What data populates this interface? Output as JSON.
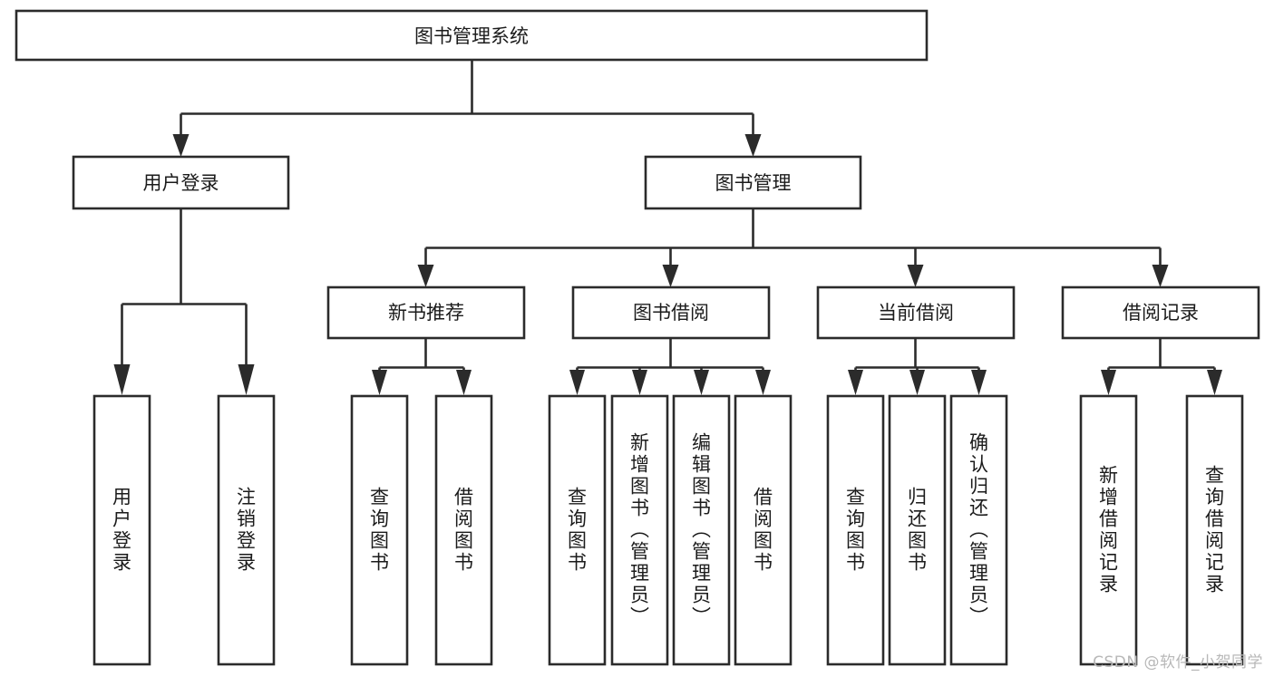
{
  "diagram": {
    "title": "图书管理系统",
    "type": "tree",
    "orientation": "top-down",
    "style": {
      "box_fill": "#ffffff",
      "box_stroke": "#2b2b2b",
      "text_color": "#1b1b1b",
      "background": "#ffffff",
      "watermark_color": "#b8b8b8"
    },
    "root": {
      "label": "图书管理系统"
    },
    "level2": [
      {
        "label": "用户登录"
      },
      {
        "label": "图书管理"
      }
    ],
    "level3": [
      {
        "label": "新书推荐"
      },
      {
        "label": "图书借阅"
      },
      {
        "label": "当前借阅"
      },
      {
        "label": "借阅记录"
      }
    ],
    "leaves": {
      "user_login": [
        {
          "label": "用户登录"
        },
        {
          "label": "注销登录"
        }
      ],
      "new_book_recommend": [
        {
          "label": "查询图书"
        },
        {
          "label": "借阅图书"
        }
      ],
      "book_borrow": [
        {
          "label": "查询图书"
        },
        {
          "label": "新增图书（管理员）"
        },
        {
          "label": "编辑图书（管理员）"
        },
        {
          "label": "借阅图书"
        }
      ],
      "current_borrow": [
        {
          "label": "查询图书"
        },
        {
          "label": "归还图书"
        },
        {
          "label": "确认归还（管理员）"
        }
      ],
      "borrow_record": [
        {
          "label": "新增借阅记录"
        },
        {
          "label": "查询借阅记录"
        }
      ]
    }
  },
  "watermark": {
    "text": "CSDN @软件_小贺同学"
  }
}
